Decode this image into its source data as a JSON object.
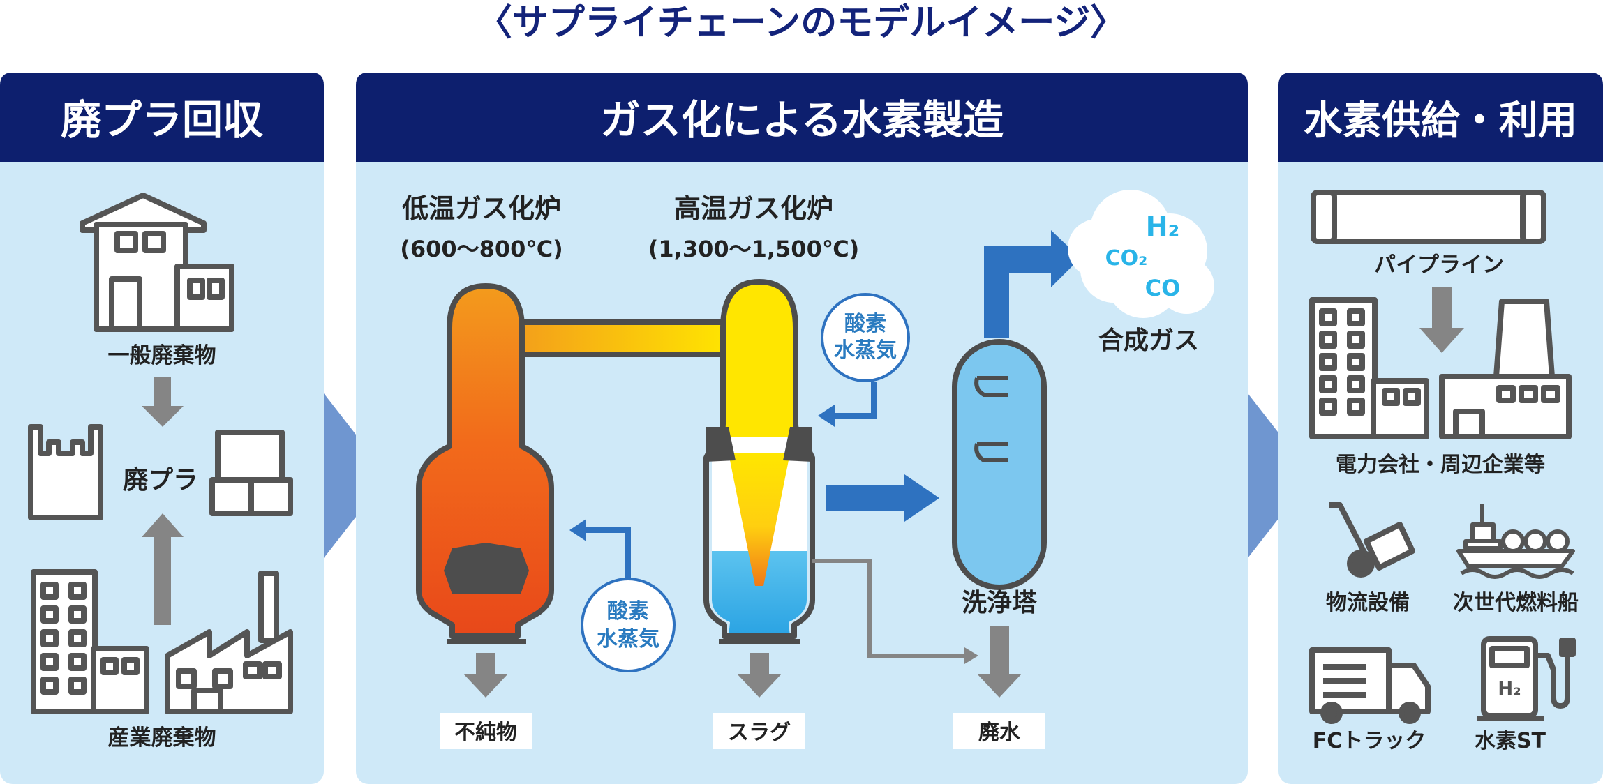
{
  "title": "〈サプライチェーンのモデルイメージ〉",
  "colors": {
    "navy": "#0d1f6e",
    "panel": "#cfe9f8",
    "title_blue": "#13237a",
    "text_blue": "#2a7bc0",
    "cyan": "#29b4e8",
    "arrow_blue": "#2e72c0",
    "chevron": "#6f96d0",
    "grey_arrow": "#858585"
  },
  "collection": {
    "header": "廃プラ回収",
    "household_label": "一般廃棄物",
    "plastic_label": "廃プラ",
    "industrial_label": "産業廃棄物"
  },
  "production": {
    "header": "ガス化による水素製造",
    "low_temp_name": "低温ガス化炉",
    "low_temp_range": "(600～800℃)",
    "high_temp_name": "高温ガス化炉",
    "high_temp_range": "(1,300～1,500℃)",
    "oxygen_steam_line1": "酸素",
    "oxygen_steam_line2": "水蒸気",
    "h2": "H₂",
    "co2": "CO₂",
    "co": "CO",
    "syngas_label": "合成ガス",
    "scrubber_label": "洗浄塔",
    "impurities_label": "不純物",
    "slag_label": "スラグ",
    "wastewater_label": "廃水"
  },
  "supply": {
    "header": "水素供給・利用",
    "pipeline_label": "パイプライン",
    "companies_label": "電力会社・周辺企業等",
    "logistics_label": "物流設備",
    "ship_label": "次世代燃料船",
    "fc_truck_label": "FCトラック",
    "station_label": "水素ST",
    "station_icon_text": "H₂"
  }
}
